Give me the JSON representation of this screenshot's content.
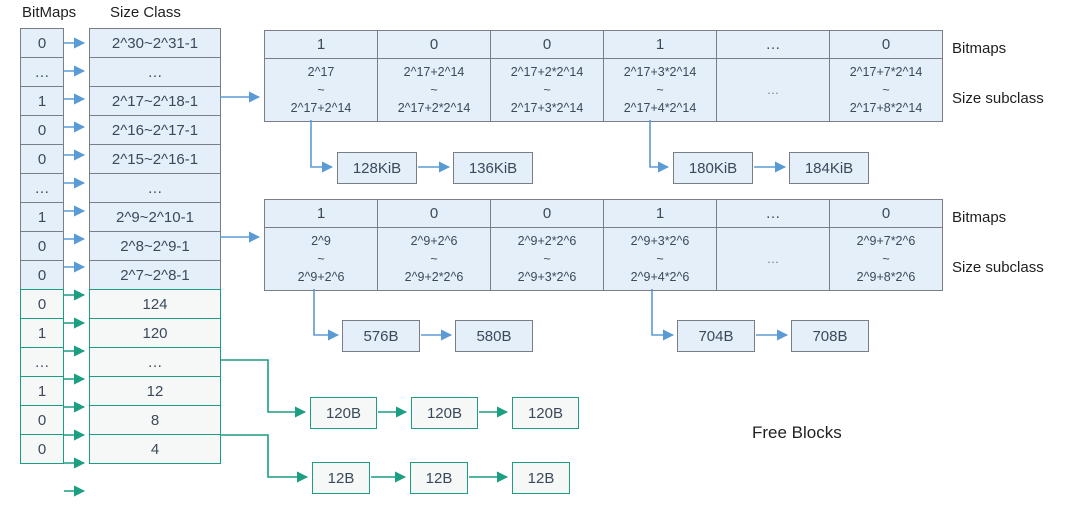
{
  "headers": {
    "bitmaps": "BitMaps",
    "size_class": "Size Class"
  },
  "colors": {
    "blue_border": "#7a7f87",
    "blue_fill": "#e4eff9",
    "green_border": "#1b9e82",
    "green_fill": "#f6f7f7",
    "blue_arrow": "#5b9bd5",
    "green_arrow": "#1b9e82",
    "text": "#3b4a5a"
  },
  "left_column": {
    "rows": [
      {
        "bit": "0",
        "size_class": "2^30~2^31-1",
        "style": "blue"
      },
      {
        "bit": "…",
        "size_class": "…",
        "style": "blue"
      },
      {
        "bit": "1",
        "size_class": "2^17~2^18-1",
        "style": "blue"
      },
      {
        "bit": "0",
        "size_class": "2^16~2^17-1",
        "style": "blue"
      },
      {
        "bit": "0",
        "size_class": "2^15~2^16-1",
        "style": "blue"
      },
      {
        "bit": "…",
        "size_class": "…",
        "style": "blue"
      },
      {
        "bit": "1",
        "size_class": "2^9~2^10-1",
        "style": "blue"
      },
      {
        "bit": "0",
        "size_class": "2^8~2^9-1",
        "style": "blue"
      },
      {
        "bit": "0",
        "size_class": "2^7~2^8-1",
        "style": "blue"
      },
      {
        "bit": "0",
        "size_class": "124",
        "style": "green"
      },
      {
        "bit": "1",
        "size_class": "120",
        "style": "green"
      },
      {
        "bit": "…",
        "size_class": "…",
        "style": "green"
      },
      {
        "bit": "1",
        "size_class": "12",
        "style": "green"
      },
      {
        "bit": "0",
        "size_class": "8",
        "style": "green"
      },
      {
        "bit": "0",
        "size_class": "4",
        "style": "green"
      }
    ]
  },
  "table_top": {
    "side_labels": {
      "bitmaps": "Bitmaps",
      "subclass": "Size subclass"
    },
    "bits": [
      "1",
      "0",
      "0",
      "1",
      "…",
      "0"
    ],
    "subclasses": [
      {
        "from": "2^17",
        "tilde": "~",
        "to": "2^17+2^14"
      },
      {
        "from": "2^17+2^14",
        "tilde": "~",
        "to": "2^17+2*2^14"
      },
      {
        "from": "2^17+2*2^14",
        "tilde": "~",
        "to": "2^17+3*2^14"
      },
      {
        "from": "2^17+3*2^14",
        "tilde": "~",
        "to": "2^17+4*2^14"
      },
      {
        "from": "",
        "tilde": "…",
        "to": ""
      },
      {
        "from": "2^17+7*2^14",
        "tilde": "~",
        "to": "2^17+8*2^14"
      }
    ],
    "free_lists": [
      {
        "boxes": [
          "128KiB",
          "136KiB"
        ]
      },
      {
        "boxes": [
          "180KiB",
          "184KiB"
        ]
      }
    ]
  },
  "table_bottom": {
    "side_labels": {
      "bitmaps": "Bitmaps",
      "subclass": "Size subclass"
    },
    "bits": [
      "1",
      "0",
      "0",
      "1",
      "…",
      "0"
    ],
    "subclasses": [
      {
        "from": "2^9",
        "tilde": "~",
        "to": "2^9+2^6"
      },
      {
        "from": "2^9+2^6",
        "tilde": "~",
        "to": "2^9+2*2^6"
      },
      {
        "from": "2^9+2*2^6",
        "tilde": "~",
        "to": "2^9+3*2^6"
      },
      {
        "from": "2^9+3*2^6",
        "tilde": "~",
        "to": "2^9+4*2^6"
      },
      {
        "from": "",
        "tilde": "…",
        "to": ""
      },
      {
        "from": "2^9+7*2^6",
        "tilde": "~",
        "to": "2^9+8*2^6"
      }
    ],
    "free_lists": [
      {
        "boxes": [
          "576B",
          "580B"
        ]
      },
      {
        "boxes": [
          "704B",
          "708B"
        ]
      }
    ]
  },
  "small_free_lists": [
    {
      "boxes": [
        "120B",
        "120B",
        "120B"
      ]
    },
    {
      "boxes": [
        "12B",
        "12B",
        "12B"
      ]
    }
  ],
  "free_blocks_label": "Free Blocks"
}
